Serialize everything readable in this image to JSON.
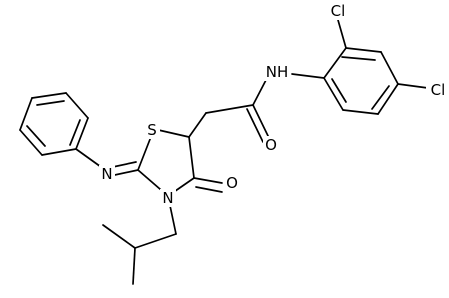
{
  "molecule": {
    "atom_labels": {
      "cl_ortho": "Cl",
      "cl_para": "Cl",
      "amide_nh": "NH",
      "amide_o": "O",
      "ring_s": "S",
      "ring_n": "N",
      "ring_o": "O",
      "imine_n": "N"
    }
  },
  "colors": {
    "background": "#ffffff",
    "bond": "#000000",
    "label": "#000000"
  }
}
